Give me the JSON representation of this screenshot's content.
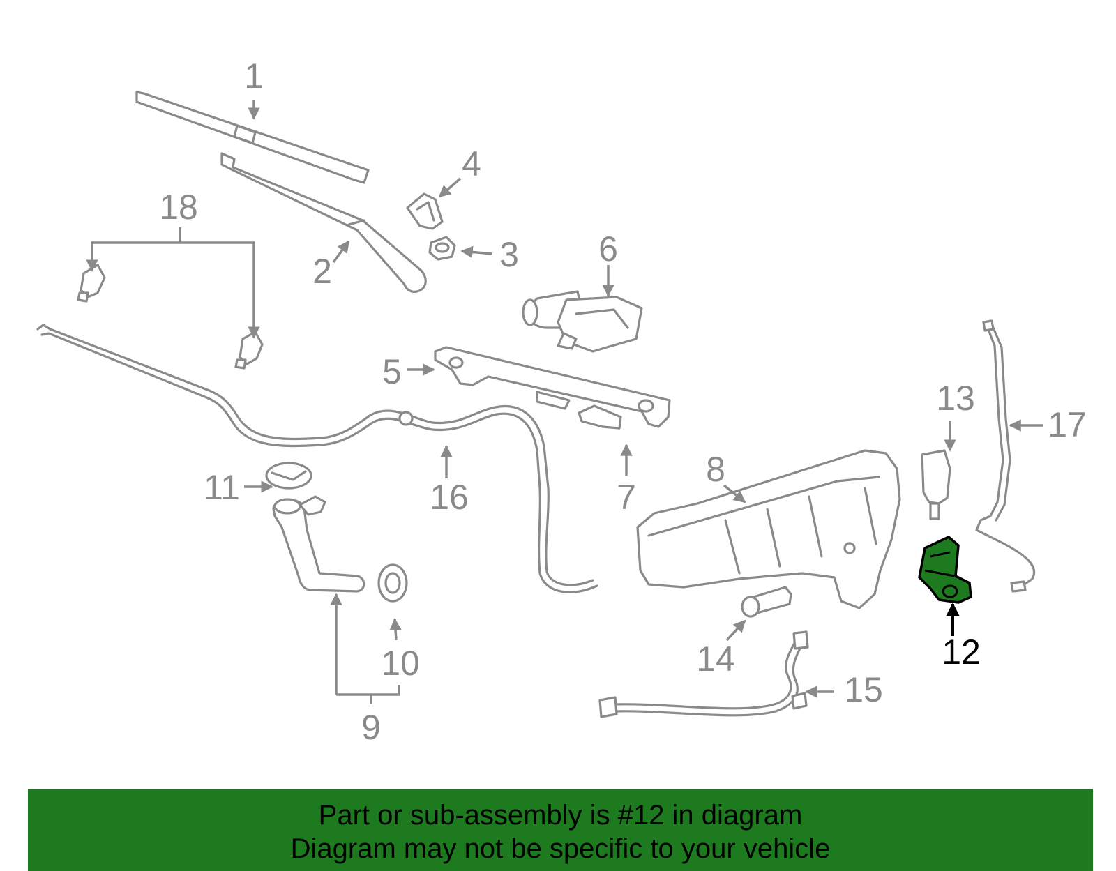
{
  "diagram": {
    "highlight_color": "#1e7a1e",
    "highlighted_part": "12",
    "callouts": {
      "c1": "1",
      "c2": "2",
      "c3": "3",
      "c4": "4",
      "c5": "5",
      "c6": "6",
      "c7": "7",
      "c8": "8",
      "c9": "9",
      "c10": "10",
      "c11": "11",
      "c12": "12",
      "c13": "13",
      "c14": "14",
      "c15": "15",
      "c16": "16",
      "c17": "17",
      "c18": "18"
    }
  },
  "footer": {
    "line1": "Part or sub-assembly is #12 in diagram",
    "line2": "Diagram may not be specific to your vehicle",
    "background": "#1e7a1e"
  }
}
